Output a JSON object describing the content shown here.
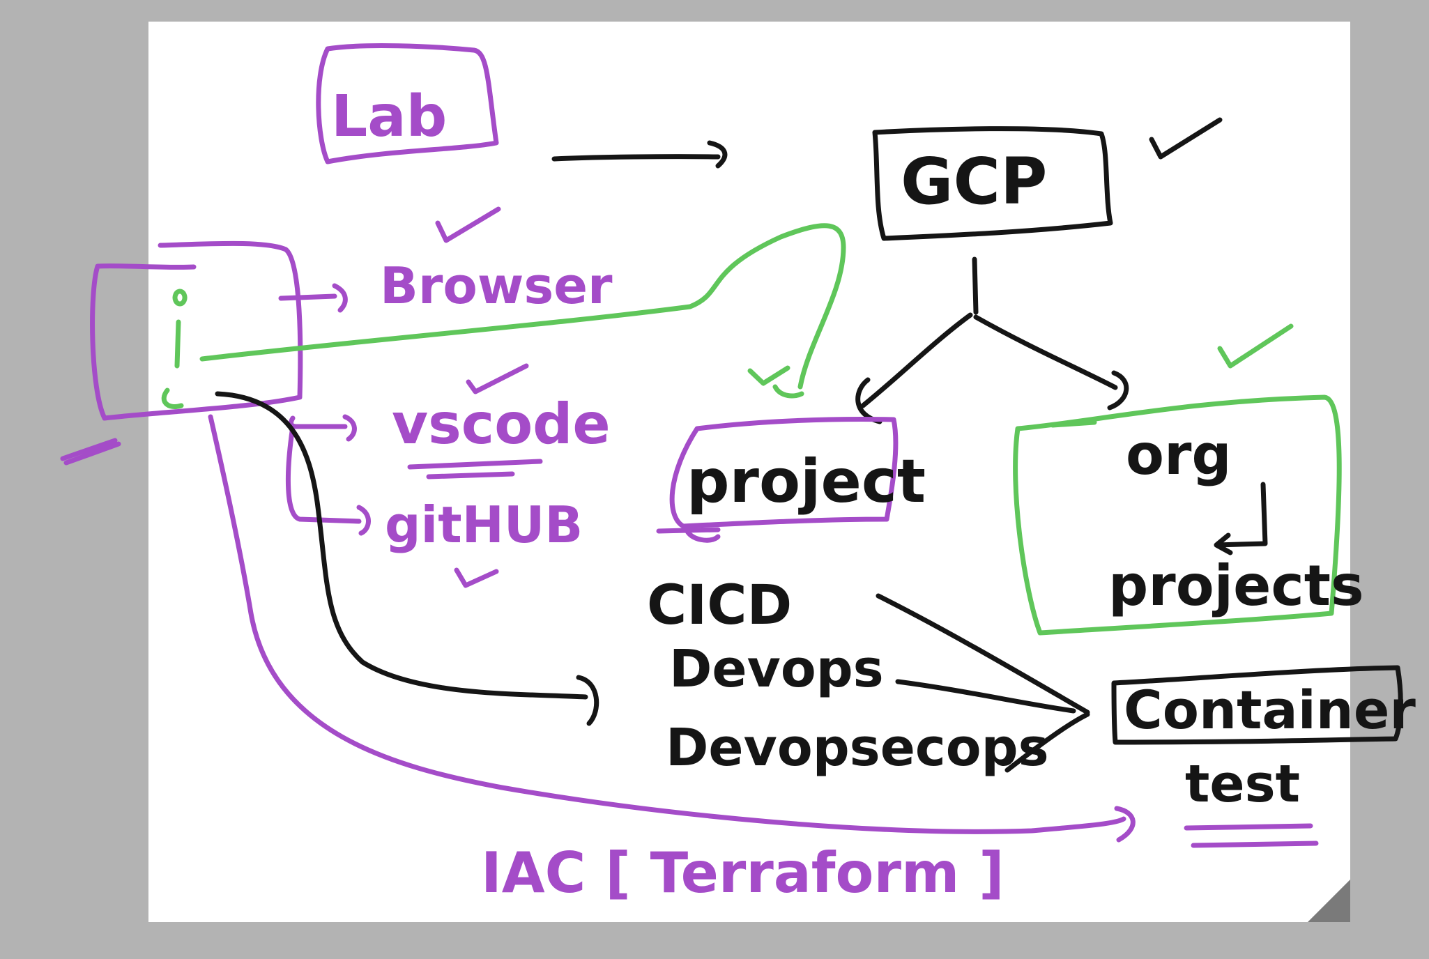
{
  "nodes": {
    "lab": "Lab",
    "gcp": "GCP",
    "browser": "Browser",
    "vscode": "vscode",
    "github": "gitHUB",
    "project": "project",
    "org": "org",
    "projects": "projects",
    "cicd": "CICD",
    "devops": "Devops",
    "devopsecops": "Devopsecops",
    "container": "Container",
    "test": "test",
    "iac": "IAC [ Terraform ]"
  },
  "colors": {
    "purple": "#a44cc8",
    "green": "#5fc65a",
    "black": "#151515",
    "background": "#b3b3b3",
    "canvas": "#ffffff"
  }
}
